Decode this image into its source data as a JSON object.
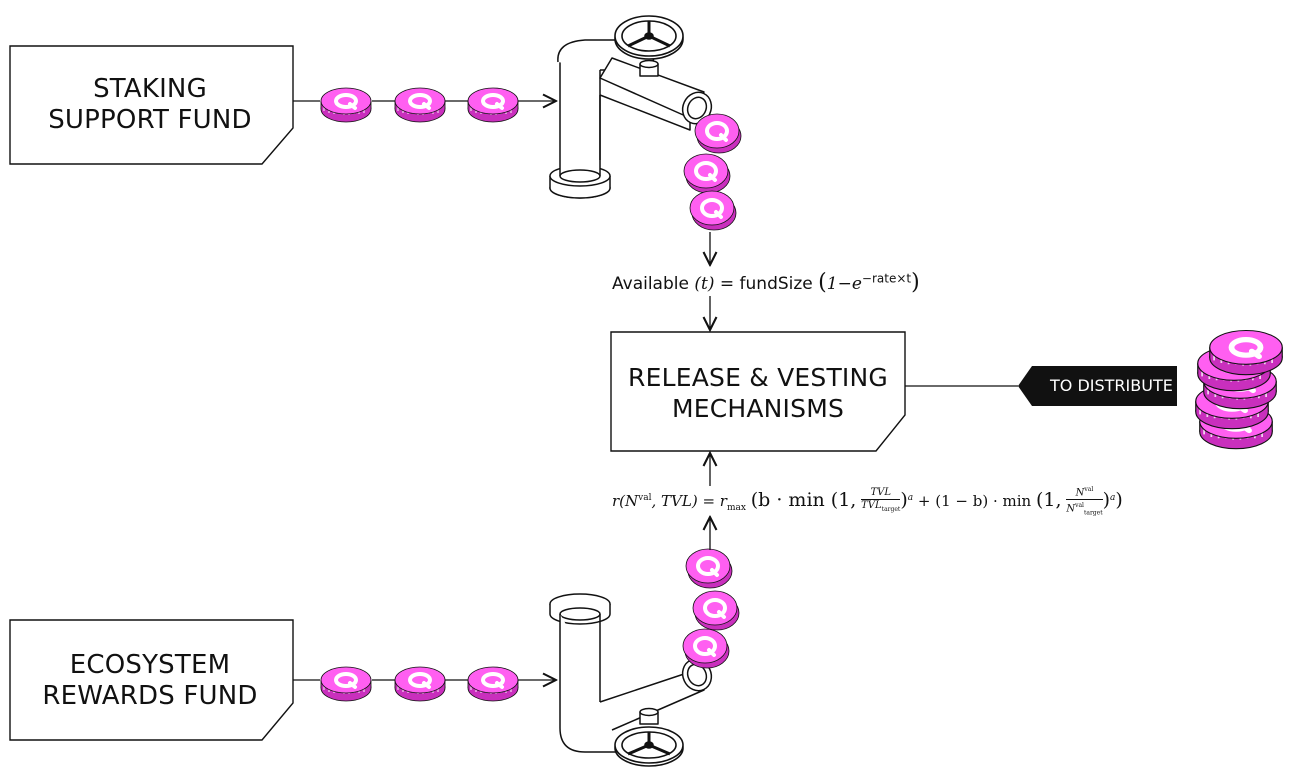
{
  "colors": {
    "coin": "#ff5ff1",
    "coin_dark": "#c92fbd",
    "ink": "#111111",
    "tag_bg": "#111111"
  },
  "staking_fund": {
    "line1": "STAKING",
    "line2": "SUPPORT FUND"
  },
  "ecosystem_fund": {
    "line1": "ECOSYSTEM",
    "line2": "REWARDS FUND"
  },
  "release": {
    "line1": "RELEASE & VESTING",
    "line2": "MECHANISMS"
  },
  "distribute_label": "TO DISTRIBUTE",
  "formula_available": {
    "prefix": "Available",
    "arg": "(t)",
    "equals": "=",
    "fund": "fundSize",
    "open": "(",
    "body": "1−e",
    "exponent": "−rate×t",
    "close": ")"
  },
  "formula_rate": {
    "lhs": "r(N",
    "lhs_sup": "val",
    "lhs_rest": ", TVL) = r",
    "rmax_sub": "max",
    "part1": "(b · min (1,",
    "frac1_num": "TVL",
    "frac1_den": "TVL",
    "frac1_den_sub": "target",
    "pow1": "a",
    "part2": "+ (1 − b) · min",
    "part3": "(1,",
    "frac2_num": "N",
    "frac2_num_sup": "val",
    "frac2_den": "N",
    "frac2_den_sup": "val",
    "frac2_den_sub": "target",
    "pow2": "a",
    "close": ")"
  },
  "icons": [
    "q-coin-icon",
    "valve-wheel-icon",
    "pipe-icon",
    "arrow-icon",
    "coin-stack-icon"
  ]
}
